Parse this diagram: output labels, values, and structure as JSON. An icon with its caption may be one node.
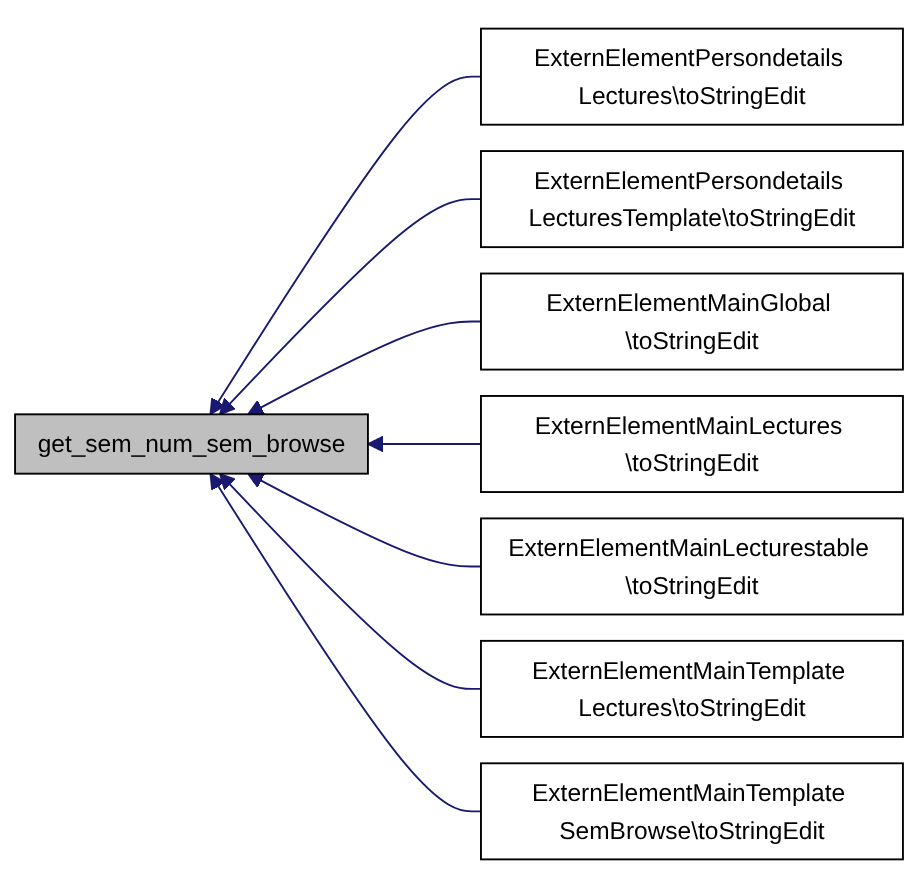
{
  "diagram": {
    "nodes": [
      {
        "text": [
          "get_sem_num_sem_browse"
        ]
      },
      {
        "text": [
          "ExternElementPersondetails Lectures\\toStringEdit"
        ]
      },
      {
        "text": [
          "ExternElementPersondetails LecturesTemplate\\toStringEdit"
        ]
      },
      {
        "text": [
          "ExternElementMainGlobal \\toStringEdit"
        ]
      },
      {
        "text": [
          "ExternElementMainLectures \\toStringEdit"
        ]
      },
      {
        "text": [
          "ExternElementMainLecturestable \\toStringEdit"
        ]
      },
      {
        "text": [
          "ExternElementMainTemplate Lectures\\toStringEdit"
        ]
      },
      {
        "text": [
          "ExternElementMainTemplate SemBrowse\\toStringEdit"
        ]
      }
    ],
    "edges": [
      {
        "from": 1,
        "to": 0,
        "arrow": "to"
      },
      {
        "from": 2,
        "to": 0,
        "arrow": "to"
      },
      {
        "from": 3,
        "to": 0,
        "arrow": "to"
      },
      {
        "from": 4,
        "to": 0,
        "arrow": "to"
      },
      {
        "from": 5,
        "to": 0,
        "arrow": "to"
      },
      {
        "from": 6,
        "to": 0,
        "arrow": "to"
      },
      {
        "from": 7,
        "to": 0,
        "arrow": "to"
      }
    ]
  }
}
